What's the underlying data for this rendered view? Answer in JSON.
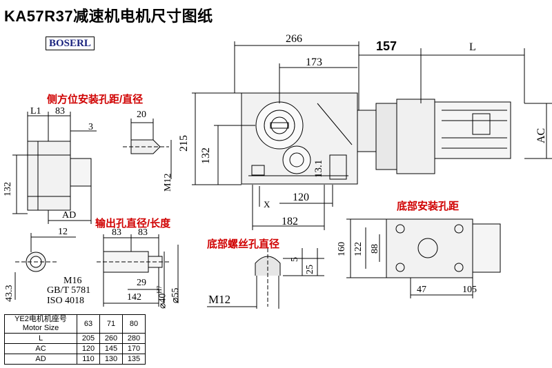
{
  "title": "KA57R37减速机电机尺寸图纸",
  "logo": "BOSERL",
  "annotations": {
    "side_mount": "侧方位安装孔距/直径",
    "output_bore": "输出孔直径/长度",
    "bottom_thread": "底部螺丝孔直径",
    "bottom_mount": "底部安装孔距"
  },
  "dims": {
    "d266": "266",
    "d173": "173",
    "d157": "157",
    "dL": "L",
    "dAC": "AC",
    "d215": "215",
    "d132": "132",
    "d131": "13.1",
    "d120": "120",
    "d182": "182",
    "dX": "X",
    "dL1": "L1",
    "d83": "83",
    "d3": "3",
    "d20": "20",
    "dM12": "M12",
    "d132s": "132",
    "dAD": "AD",
    "d12": "12",
    "d433": "43.3",
    "d83a": "83",
    "d83b": "83",
    "d29": "29",
    "d142": "142",
    "d40": "⌀40",
    "d40tol": "H7",
    "d55": "⌀55",
    "dM16": "M16",
    "dGB": "GB/T 5781",
    "dISO": "ISO 4018",
    "d5": "5",
    "d25": "25",
    "dM12b": "M12",
    "d160": "160",
    "d122": "122",
    "d88": "88",
    "d47": "47",
    "d105": "105"
  },
  "motor_table": {
    "header_label": "YE2电机机座号\nMotor Size",
    "header_label_cn": "YE2电机机座号",
    "header_label_en": "Motor Size",
    "sizes": [
      "63",
      "71",
      "80"
    ],
    "rows": [
      {
        "label": "L",
        "values": [
          "205",
          "260",
          "280"
        ]
      },
      {
        "label": "AC",
        "values": [
          "120",
          "145",
          "170"
        ]
      },
      {
        "label": "AD",
        "values": [
          "110",
          "130",
          "135"
        ]
      }
    ]
  }
}
